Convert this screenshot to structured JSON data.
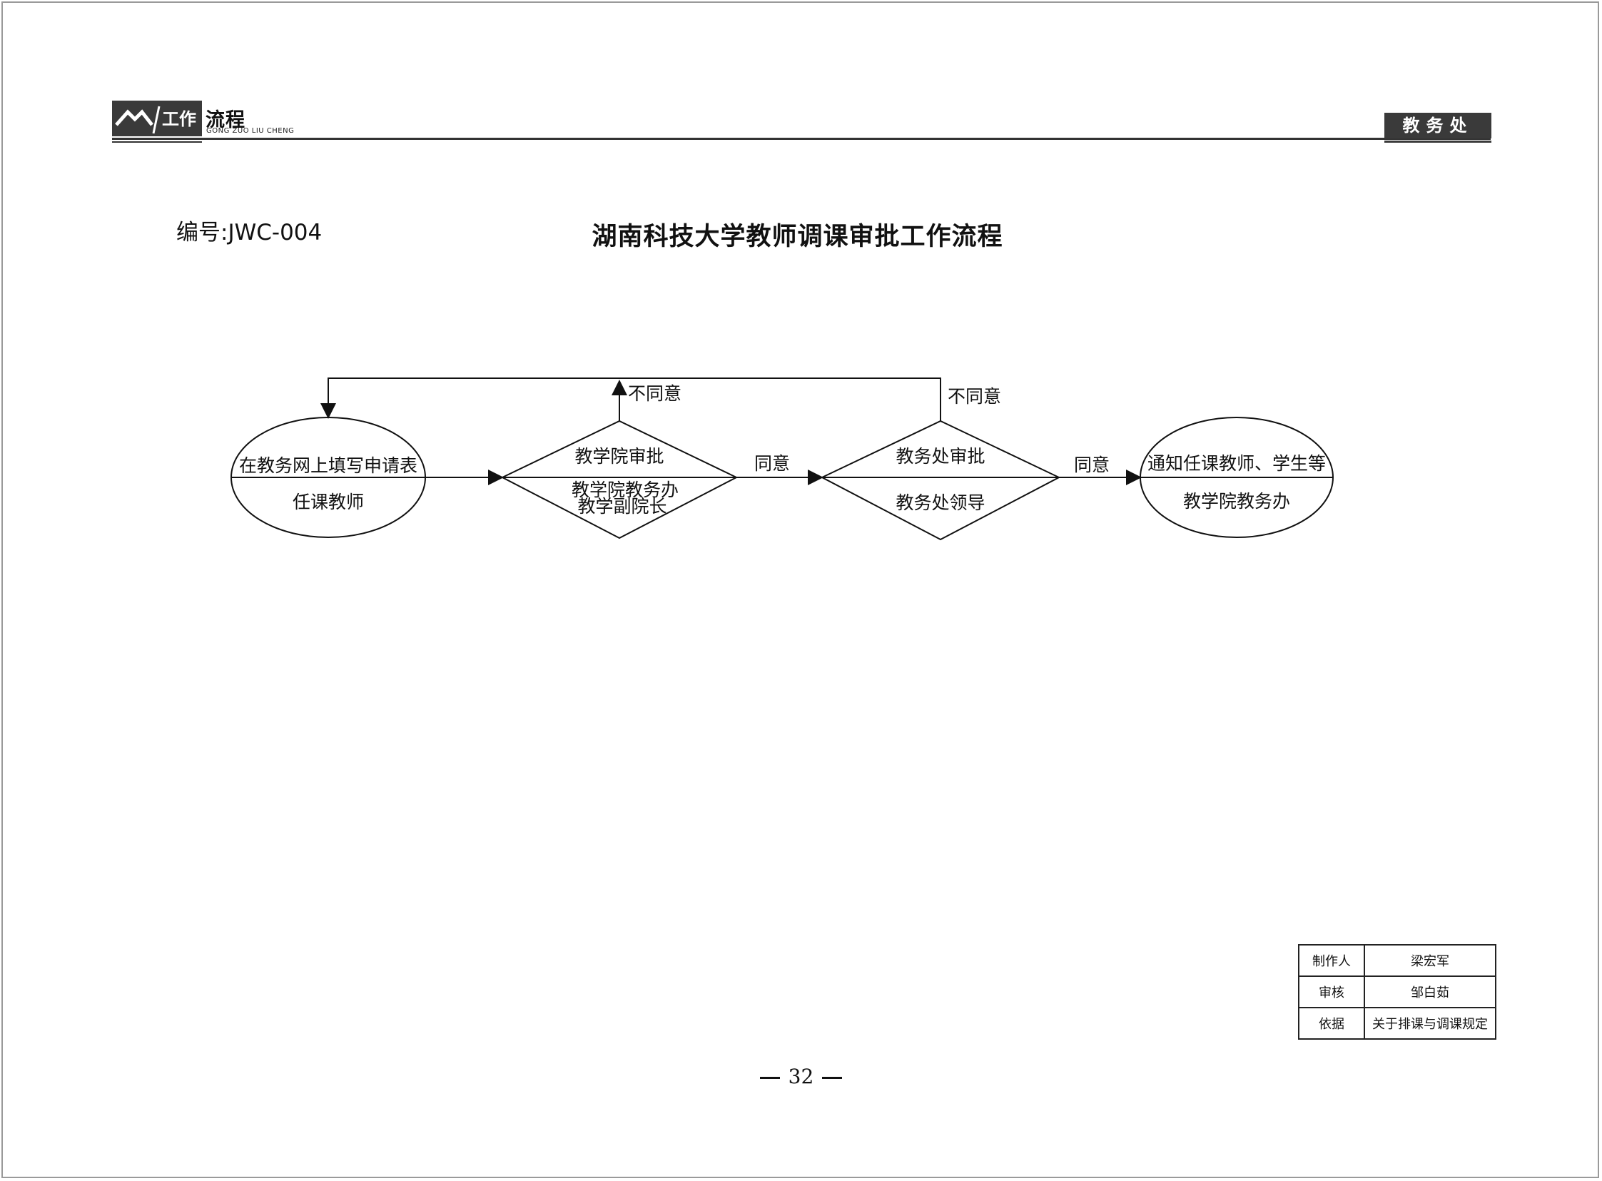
{
  "header": {
    "brand_cn": "工作",
    "brand_cn2": "流程",
    "brand_en": "GONG ZUO LIU CHENG",
    "department": "教务处"
  },
  "document": {
    "code": "编号:JWC-004",
    "title": "湖南科技大学教师调课审批工作流程"
  },
  "flow": {
    "start": {
      "action": "在教务网上填写申请表",
      "actor": "任课教师"
    },
    "step1": {
      "action": "教学院审批",
      "actor_line1": "教学院教务办",
      "actor_line2": "教学副院长"
    },
    "step2": {
      "action": "教务处审批",
      "actor": "教务处领导"
    },
    "end": {
      "action": "通知任课教师、学生等",
      "actor": "教学院教务办"
    },
    "agree_label": "同意",
    "disagree_label": "不同意"
  },
  "info": {
    "rows": [
      {
        "key": "制作人",
        "value": "梁宏军"
      },
      {
        "key": "审核",
        "value": "邹白茹"
      },
      {
        "key": "依据",
        "value": "关于排课与调课规定"
      }
    ]
  },
  "page_number": "32",
  "colors": {
    "line": "#111111",
    "header_box": "#3a3a3a"
  }
}
